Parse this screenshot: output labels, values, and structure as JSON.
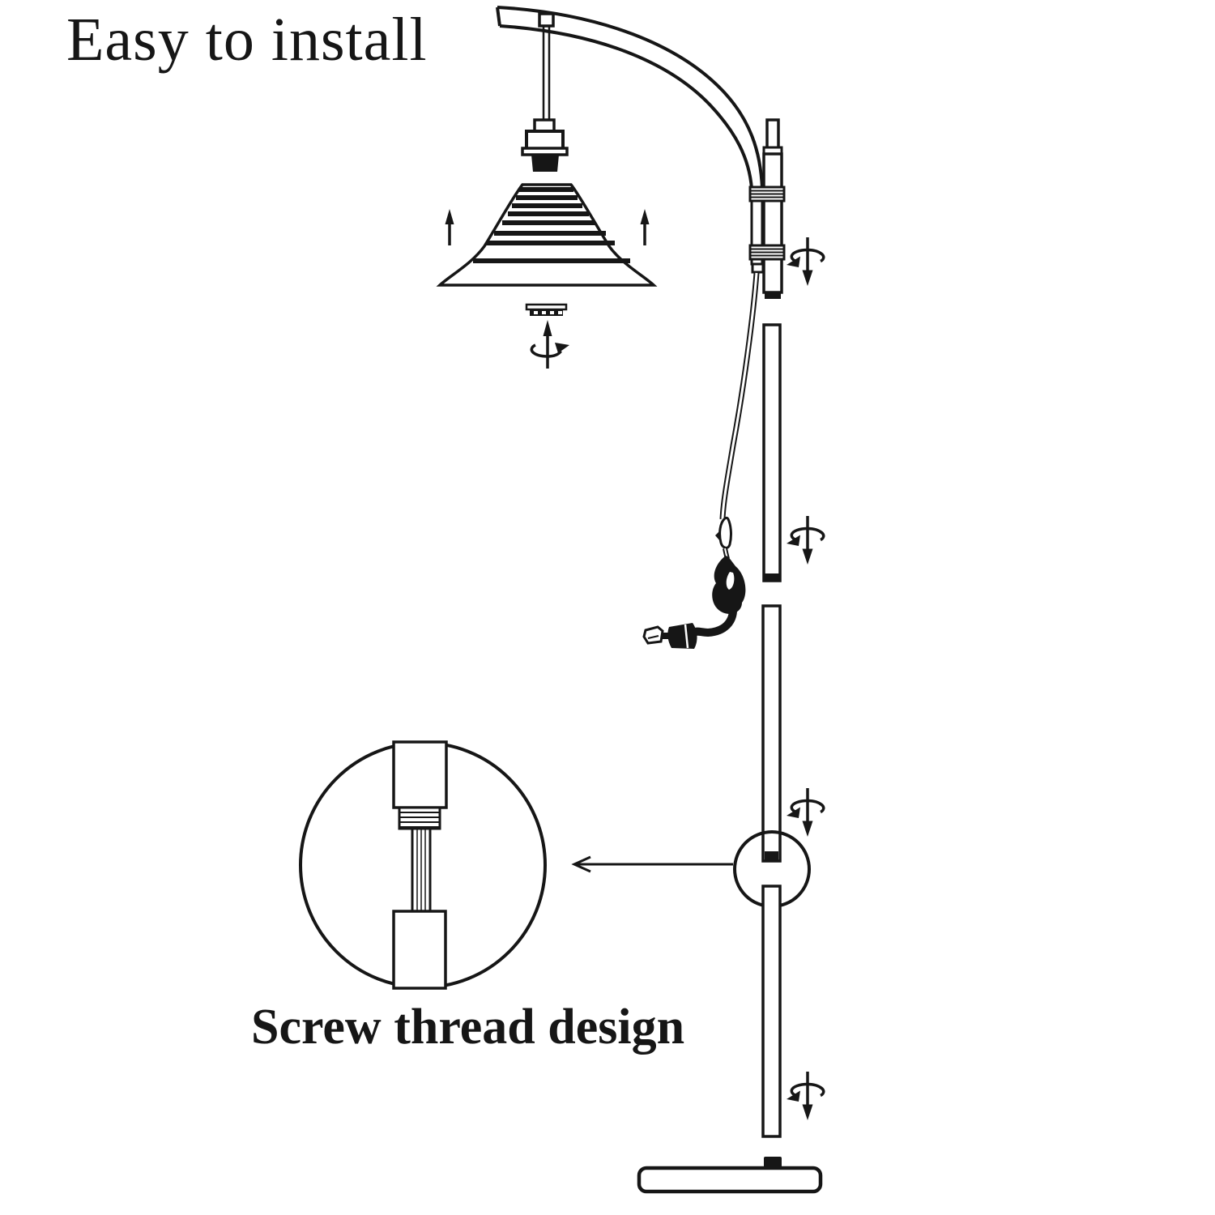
{
  "page": {
    "background": "#ffffff",
    "ink": "#161616"
  },
  "headline": {
    "text": "Easy to install"
  },
  "caption": {
    "text": "Screw thread design"
  },
  "diagram": {
    "kind": "floor-lamp-assembly-instructions",
    "parts": [
      "arc-arm",
      "hanger-rod",
      "lamp-socket",
      "lamp-shade",
      "shade-retainer-ring",
      "upper-pole-section",
      "clamp-band-upper",
      "clamp-band-lower",
      "pole-segment-2",
      "pole-segment-3",
      "pole-segment-4",
      "power-cord-with-switch-and-plug",
      "joint-detail-circle",
      "screw-thread-magnifier",
      "lamp-base"
    ],
    "annotations": {
      "lift_arrows": 2,
      "rotate_arrows": 4,
      "retainer_rotate_arrows": 1,
      "magnifier_pointer_arrows": 1
    }
  }
}
